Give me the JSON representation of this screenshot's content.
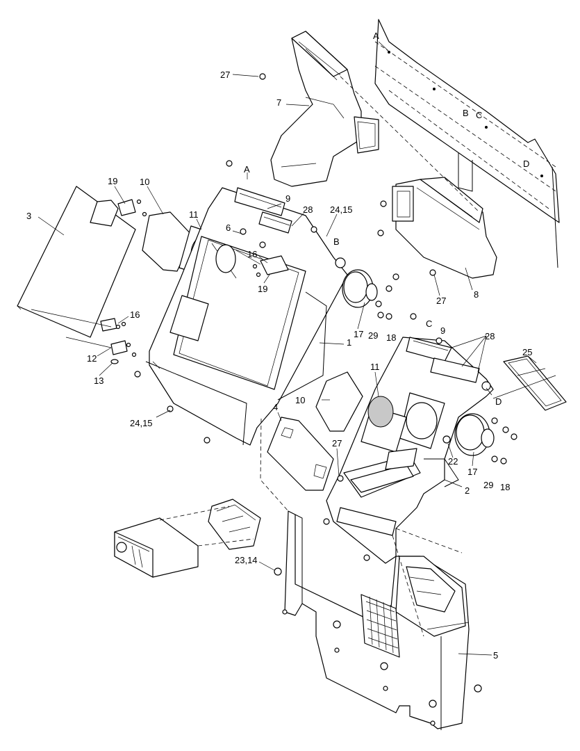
{
  "labels": {
    "l_A_top": "A",
    "l_27_top": "27",
    "l_7": "7",
    "l_B_top": "B",
    "l_C_top": "C",
    "l_D_top": "D",
    "l_A_mid": "A",
    "l_19_left": "19",
    "l_10_left": "10",
    "l_3": "3",
    "l_11_left": "11",
    "l_9_left": "9",
    "l_28_left": "28",
    "l_24_15_top": "24,15",
    "l_6": "6",
    "l_16_mid": "16",
    "l_B_mid": "B",
    "l_19_mid": "19",
    "l_16_left": "16",
    "l_12": "12",
    "l_13": "13",
    "l_1": "1",
    "l_17_left": "17",
    "l_29_left": "29",
    "l_18_left": "18",
    "l_27_right": "27",
    "l_8": "8",
    "l_C_mid": "C",
    "l_9_right": "9",
    "l_28_right": "28",
    "l_25": "25",
    "l_11_right": "11",
    "l_10_right": "10",
    "l_4": "4",
    "l_D_mid": "D",
    "l_24_15_bottom": "24,15",
    "l_27_bottom": "27",
    "l_22": "22",
    "l_17_right": "17",
    "l_29_right": "29",
    "l_18_right": "18",
    "l_2": "2",
    "l_23_14": "23,14",
    "l_5": "5"
  }
}
